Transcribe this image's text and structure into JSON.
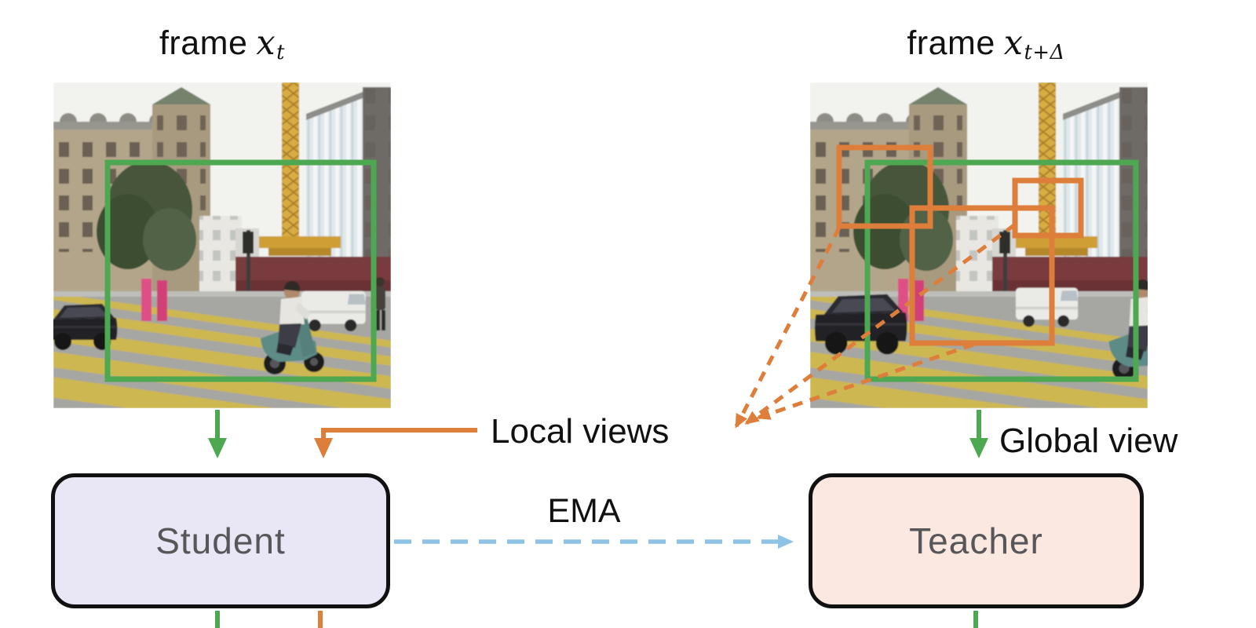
{
  "frames": {
    "left": {
      "prefix": "frame",
      "variable": "x",
      "subscript": "t"
    },
    "right": {
      "prefix": "frame",
      "variable": "x",
      "subscript": "t+Δ"
    }
  },
  "annotations": {
    "local_views": "Local views",
    "global_view": "Global view",
    "ema": "EMA"
  },
  "nodes": {
    "student": "Student",
    "teacher": "Teacher"
  },
  "colors": {
    "green": "#4da851",
    "orange": "#de7e3b",
    "ema_blue": "#8fc3e6",
    "student_fill": "#e9e6f6",
    "teacher_fill": "#fbe9e1",
    "node_border": "#111111",
    "node_text": "#57575a"
  }
}
